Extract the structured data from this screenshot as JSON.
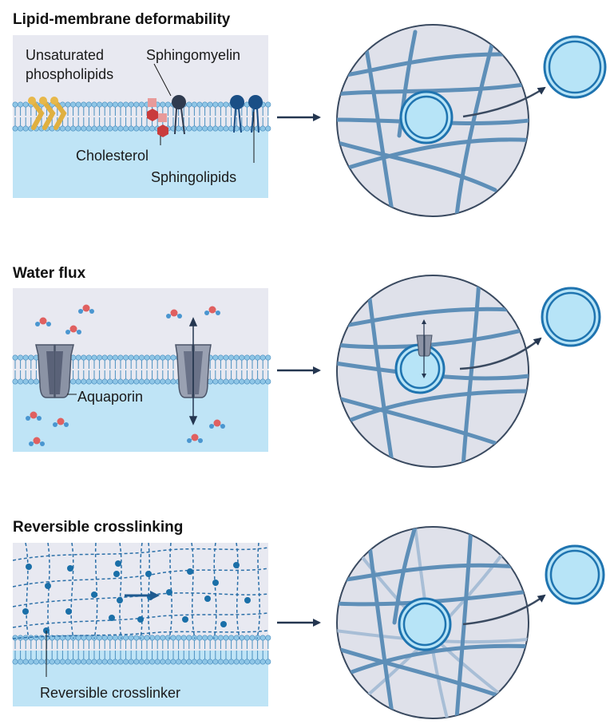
{
  "panels": [
    {
      "title": "Lipid-membrane deformability",
      "labels": {
        "unsaturated_line1": "Unsaturated",
        "unsaturated_line2": "phospholipids",
        "sphingomyelin": "Sphingomyelin",
        "cholesterol": "Cholesterol",
        "sphingolipids": "Sphingolipids"
      }
    },
    {
      "title": "Water flux",
      "labels": {
        "aquaporin": "Aquaporin"
      }
    },
    {
      "title": "Reversible crosslinking",
      "labels": {
        "crosslinker": "Reversible crosslinker"
      }
    }
  ],
  "colors": {
    "membrane_head": "#8fc6e6",
    "membrane_tail": "#4a8fc0",
    "cytoplasm": "#bfe4f6",
    "extracellular": "#e8e9f1",
    "fiber": "#5e8fb8",
    "vesicle": "#b7e4f7",
    "vesicle_ring": "#1f74b0",
    "arrow": "#243650",
    "unsaturated_lipid": "#e7b84a",
    "cholesterol_pink": "#e89a9a",
    "cholesterol_red": "#c93c3c",
    "sphingomyelin": "#2f3b4f",
    "sphingolipid": "#1a4f86",
    "water_oxygen": "#e06060",
    "water_hydrogen": "#4a96d0",
    "crosslinker_dot": "#1a6fa8"
  }
}
